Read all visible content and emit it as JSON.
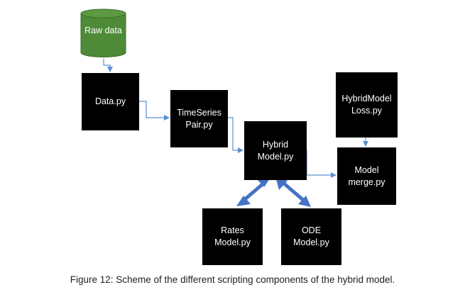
{
  "colors": {
    "database_fill": "#4e8a37",
    "database_stroke": "#3e6f2b",
    "box_fill": "#000000",
    "box_text": "#ffffff",
    "connector": "#5b8fd0",
    "thick_arrow": "#4472c4"
  },
  "nodes": {
    "raw_data": "Raw data",
    "data_py": "Data.py",
    "timeseries_pair": "TimeSeries\nPair.py",
    "hybrid_model": "Hybrid\nModel.py",
    "hybridmodel_loss": "HybridModel\nLoss.py",
    "model_merge": "Model\nmerge.py",
    "rates_model": "Rates\nModel.py",
    "ode_model": "ODE\nModel.py"
  },
  "caption": "Figure 12: Scheme of the different scripting components of the hybrid model."
}
